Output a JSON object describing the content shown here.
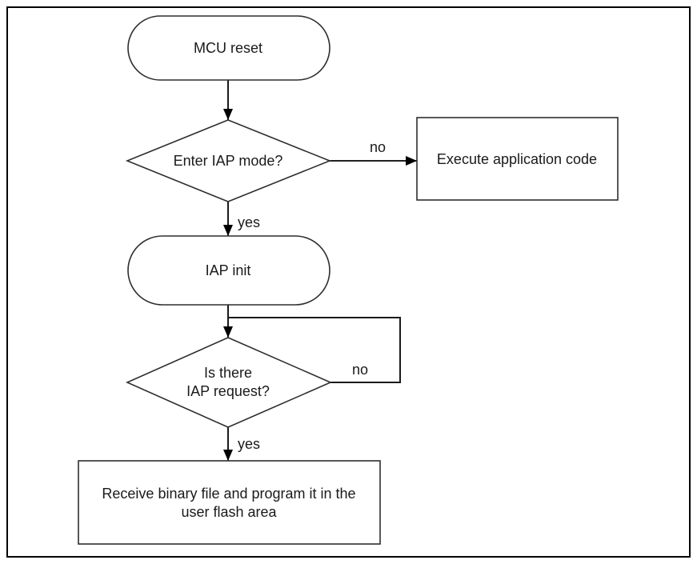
{
  "diagram": {
    "title_hint": "IAP bootloader flowchart",
    "colors": {
      "background": "#ffffff",
      "node_fill": "#ffffff",
      "node_border": "#2e2e2e",
      "connector": "#000000",
      "text": "#1a1a1a"
    },
    "nodes": {
      "mcu_reset": {
        "type": "terminator",
        "label": "MCU reset"
      },
      "enter_iap_mode": {
        "type": "decision",
        "label": "Enter IAP mode?"
      },
      "execute_app_code": {
        "type": "process",
        "label": "Execute application code"
      },
      "iap_init": {
        "type": "terminator",
        "label": "IAP init"
      },
      "iap_request": {
        "type": "decision",
        "label_line1": "Is there",
        "label_line2": "IAP request?"
      },
      "receive_binary": {
        "type": "process",
        "label_line1": "Receive binary file and program it in the",
        "label_line2": "user flash area"
      }
    },
    "edges": {
      "enter_iap_no": "no",
      "enter_iap_yes": "yes",
      "iap_request_no": "no",
      "iap_request_yes": "yes"
    }
  }
}
